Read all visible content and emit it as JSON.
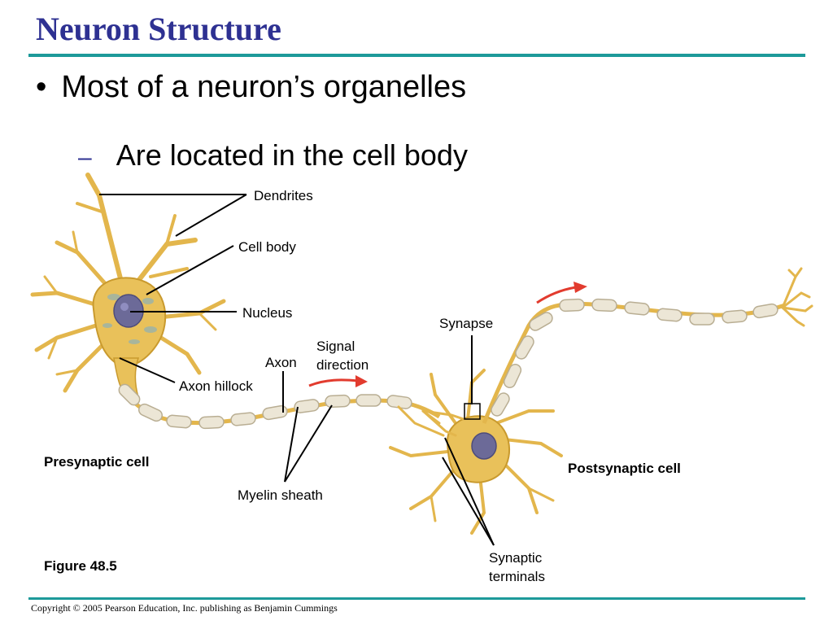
{
  "slide": {
    "title": "Neuron Structure",
    "bullet": "•",
    "point": "Most of a neuron’s organelles",
    "sub_dash": "–",
    "sub_point": "Are located in the cell body"
  },
  "labels": {
    "dendrites": "Dendrites",
    "cell_body": "Cell body",
    "nucleus": "Nucleus",
    "synapse": "Synapse",
    "signal_direction_1": "Signal",
    "signal_direction_2": "direction",
    "axon": "Axon",
    "axon_hillock": "Axon hillock",
    "presynaptic_cell": "Presynaptic cell",
    "postsynaptic_cell": "Postsynaptic cell",
    "myelin_sheath": "Myelin sheath",
    "synaptic_terminals_1": "Synaptic",
    "synaptic_terminals_2": "terminals",
    "figure": "Figure 48.5"
  },
  "footer": {
    "copyright": "Copyright © 2005 Pearson Education, Inc. publishing as Benjamin Cummings"
  },
  "colors": {
    "title": "#2e3192",
    "rule": "#1d9a9a",
    "neuron": "#e9c15a",
    "neuron_outline": "#c99a2e",
    "myelin": "#ece6d6",
    "nucleus": "#6c6a98",
    "arrow": "#e23b2e"
  }
}
